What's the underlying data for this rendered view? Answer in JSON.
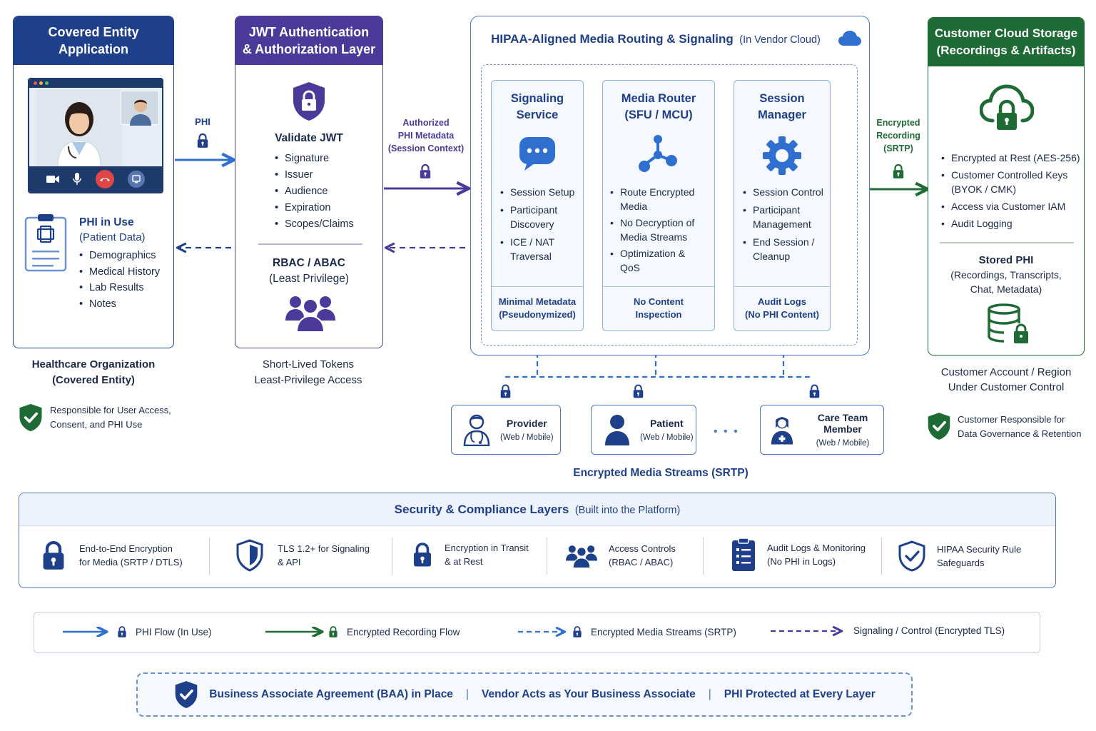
{
  "covered_entity": {
    "title_line1": "Covered Entity",
    "title_line2": "Application",
    "phi_title": "PHI in Use",
    "phi_sub": "(Patient Data)",
    "phi_items": [
      "Demographics",
      "Medical History",
      "Lab Results",
      "Notes"
    ],
    "caption_line1": "Healthcare Organization",
    "caption_line2": "(Covered Entity)",
    "resp_line1": "Responsible for User Access,",
    "resp_line2": "Consent, and PHI Use"
  },
  "arrow_phi_label": "PHI",
  "jwt": {
    "title_line1": "JWT Authentication",
    "title_line2": "& Authorization Layer",
    "validate_title": "Validate JWT",
    "validate_items": [
      "Signature",
      "Issuer",
      "Audience",
      "Expiration",
      "Scopes/Claims"
    ],
    "rbac_line1": "RBAC / ABAC",
    "rbac_line2": "(Least Privilege)",
    "caption_line1": "Short-Lived Tokens",
    "caption_line2": "Least-Privilege Access"
  },
  "arrow_meta": {
    "line1": "Authorized",
    "line2": "PHI Metadata",
    "line3": "(Session Context)"
  },
  "routing": {
    "title": "HIPAA-Aligned Media Routing & Signaling",
    "title_suffix": "(In Vendor Cloud)",
    "signaling": {
      "title_line1": "Signaling",
      "title_line2": "Service",
      "items": [
        "Session Setup",
        "Participant Discovery",
        "ICE / NAT Traversal"
      ],
      "foot_line1": "Minimal Metadata",
      "foot_line2": "(Pseudonymized)"
    },
    "router": {
      "title_line1": "Media Router",
      "title_line2": "(SFU / MCU)",
      "items": [
        "Route Encrypted Media",
        "No Decryption of Media Streams",
        "Optimization & QoS"
      ],
      "foot_line1": "No Content",
      "foot_line2": "Inspection"
    },
    "session": {
      "title_line1": "Session",
      "title_line2": "Manager",
      "items": [
        "Session Control",
        "Participant Management",
        "End Session / Cleanup"
      ],
      "foot_line1": "Audit Logs",
      "foot_line2": "(No PHI Content)"
    }
  },
  "arrow_recording": {
    "line1": "Encrypted",
    "line2": "Recording",
    "line3": "(SRTP)"
  },
  "storage": {
    "title_line1": "Customer Cloud Storage",
    "title_line2": "(Recordings & Artifacts)",
    "items": [
      "Encrypted at Rest (AES-256)",
      "Customer Controlled Keys (BYOK / CMK)",
      "Access via Customer IAM",
      "Audit Logging"
    ],
    "stored_title": "Stored PHI",
    "stored_line1": "(Recordings, Transcripts,",
    "stored_line2": "Chat, Metadata)",
    "caption_line1": "Customer Account / Region",
    "caption_line2": "Under Customer Control",
    "resp_line1": "Customer Responsible for",
    "resp_line2": "Data Governance & Retention"
  },
  "clients": {
    "provider": {
      "name": "Provider",
      "device": "(Web / Mobile)"
    },
    "patient": {
      "name": "Patient",
      "device": "(Web / Mobile)"
    },
    "care": {
      "name": "Care Team Member",
      "device": "(Web / Mobile)"
    },
    "ellipsis": "• • •",
    "caption": "Encrypted Media Streams (SRTP)"
  },
  "security": {
    "title": "Security & Compliance Layers",
    "title_suffix": "(Built into the Platform)",
    "items": [
      {
        "line1": "End-to-End Encryption",
        "line2": "for Media (SRTP / DTLS)",
        "icon": "lock-icon"
      },
      {
        "line1": "TLS 1.2+ for Signaling",
        "line2": "& API",
        "icon": "shield-lock-icon"
      },
      {
        "line1": "Encryption in Transit",
        "line2": "& at Rest",
        "icon": "lock-icon"
      },
      {
        "line1": "Access Controls",
        "line2": "(RBAC / ABAC)",
        "icon": "users-icon"
      },
      {
        "line1": "Audit Logs & Monitoring",
        "line2": "(No PHI in Logs)",
        "icon": "clipboard-list-icon"
      },
      {
        "line1": "HIPAA Security Rule",
        "line2": "Safeguards",
        "icon": "shield-check-icon"
      }
    ]
  },
  "legend": {
    "phi_flow": "PHI Flow (In Use)",
    "recording_flow": "Encrypted Recording Flow",
    "media_streams": "Encrypted Media Streams (SRTP)",
    "signaling": "Signaling / Control (Encrypted TLS)"
  },
  "baa": {
    "part1": "Business Associate Agreement (BAA) in Place",
    "part2": "Vendor Acts as Your Business Associate",
    "part3": "PHI Protected at Every Layer",
    "sep": "|"
  },
  "colors": {
    "navy": "#1e3f8a",
    "purple": "#4b3a9a",
    "green": "#1f6b35",
    "light_blue": "#2f6fd0"
  }
}
